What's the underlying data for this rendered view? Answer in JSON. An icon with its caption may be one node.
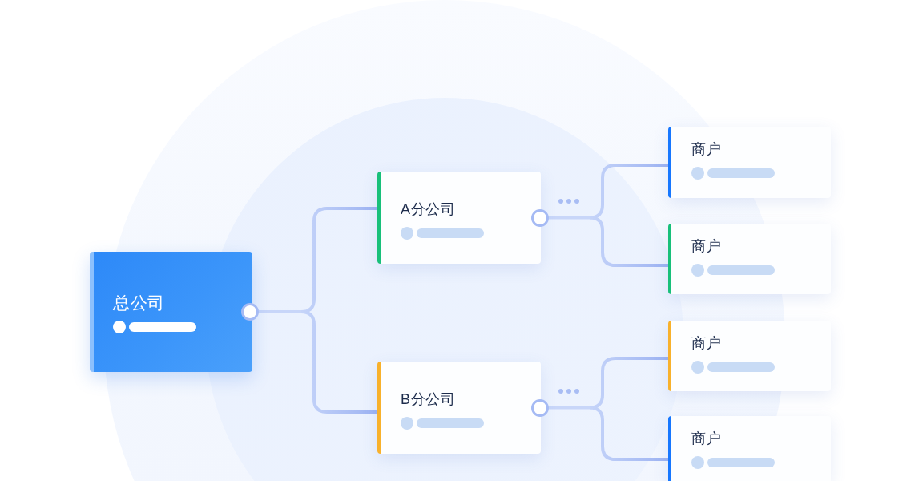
{
  "diagram": {
    "nodes": [
      {
        "text": [
          "总公司"
        ]
      },
      {
        "text": [
          "A分公司"
        ]
      },
      {
        "text": [
          "B分公司"
        ]
      },
      {
        "text": [
          "商户"
        ]
      },
      {
        "text": [
          "商户"
        ]
      },
      {
        "text": [
          "商户"
        ]
      },
      {
        "text": [
          "商户"
        ]
      }
    ],
    "edges": [
      {
        "from": 0,
        "to": 1,
        "arrow": "none"
      },
      {
        "from": 0,
        "to": 2,
        "arrow": "none"
      },
      {
        "from": 1,
        "to": 3,
        "arrow": "none"
      },
      {
        "from": 1,
        "to": 4,
        "arrow": "none"
      },
      {
        "from": 2,
        "to": 5,
        "arrow": "none"
      },
      {
        "from": 2,
        "to": 6,
        "arrow": "none"
      }
    ]
  }
}
